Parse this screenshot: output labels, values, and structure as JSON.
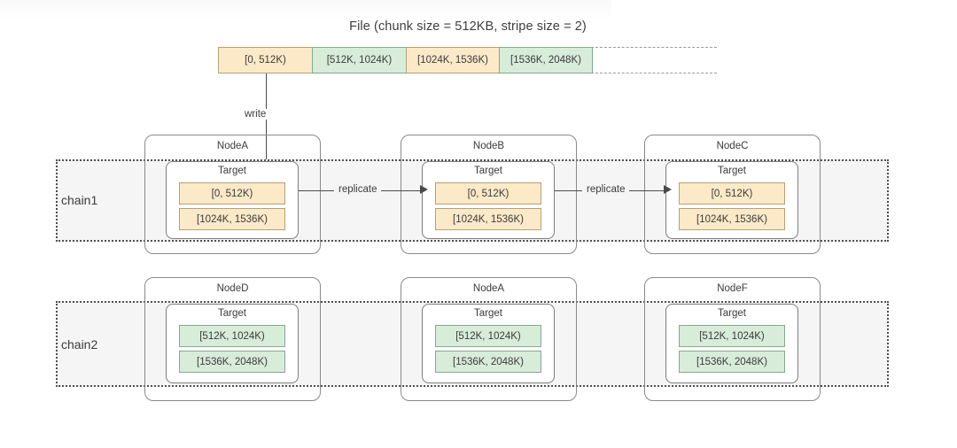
{
  "diagram": {
    "title": "File (chunk size = 512KB, stripe size = 2)",
    "write_label": "write",
    "replicate_label": "replicate",
    "target_label": "Target"
  },
  "file_strip": {
    "chunks": [
      {
        "label": "[0, 512K)",
        "color": "cream"
      },
      {
        "label": "[512K, 1024K)",
        "color": "green"
      },
      {
        "label": "[1024K, 1536K)",
        "color": "cream"
      },
      {
        "label": "[1536K, 2048K)",
        "color": "green"
      }
    ],
    "continues": true
  },
  "chains": [
    {
      "label": "chain1",
      "nodes": [
        {
          "name": "NodeA",
          "target": {
            "label": "Target",
            "slots": [
              {
                "label": "[0, 512K)",
                "color": "cream"
              },
              {
                "label": "[1024K, 1536K)",
                "color": "cream"
              }
            ]
          }
        },
        {
          "name": "NodeB",
          "target": {
            "label": "Target",
            "slots": [
              {
                "label": "[0, 512K)",
                "color": "cream"
              },
              {
                "label": "[1024K, 1536K)",
                "color": "cream"
              }
            ]
          }
        },
        {
          "name": "NodeC",
          "target": {
            "label": "Target",
            "slots": [
              {
                "label": "[0, 512K)",
                "color": "cream"
              },
              {
                "label": "[1024K, 1536K)",
                "color": "cream"
              }
            ]
          }
        }
      ]
    },
    {
      "label": "chain2",
      "nodes": [
        {
          "name": "NodeD",
          "target": {
            "label": "Target",
            "slots": [
              {
                "label": "[512K, 1024K)",
                "color": "green"
              },
              {
                "label": "[1536K, 2048K)",
                "color": "green"
              }
            ]
          }
        },
        {
          "name": "NodeA",
          "target": {
            "label": "Target",
            "slots": [
              {
                "label": "[512K, 1024K)",
                "color": "green"
              },
              {
                "label": "[1536K, 2048K)",
                "color": "green"
              }
            ]
          }
        },
        {
          "name": "NodeF",
          "target": {
            "label": "Target",
            "slots": [
              {
                "label": "[512K, 1024K)",
                "color": "green"
              },
              {
                "label": "[1536K, 2048K)",
                "color": "green"
              }
            ]
          }
        }
      ]
    }
  ],
  "colors": {
    "cream_fill": "#fbe9c8",
    "cream_border": "#b3a276",
    "green_fill": "#d7ecd9",
    "green_border": "#86a98b",
    "band_fill": "#f5f5f5",
    "band_border": "#4f4f4f",
    "stroke": "#4a4a4a",
    "text": "#3b3b3b"
  }
}
